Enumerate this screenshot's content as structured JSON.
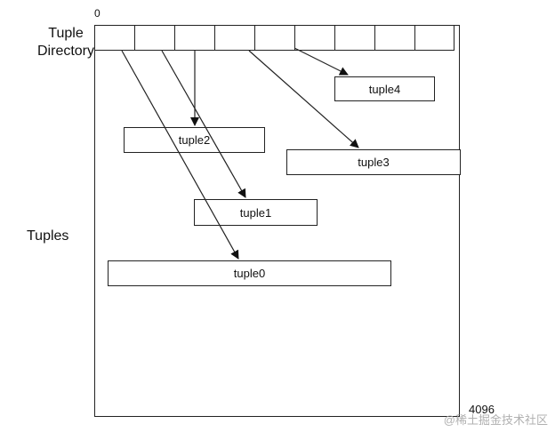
{
  "labels": {
    "offset_start": "0",
    "offset_end": "4096",
    "tuple_directory": [
      "Tuple",
      "Directory"
    ],
    "tuples": "Tuples"
  },
  "tuples": [
    {
      "name": "tuple4"
    },
    {
      "name": "tuple2"
    },
    {
      "name": "tuple3"
    },
    {
      "name": "tuple1"
    },
    {
      "name": "tuple0"
    }
  ],
  "watermark": "@稀土掘金技术社区"
}
